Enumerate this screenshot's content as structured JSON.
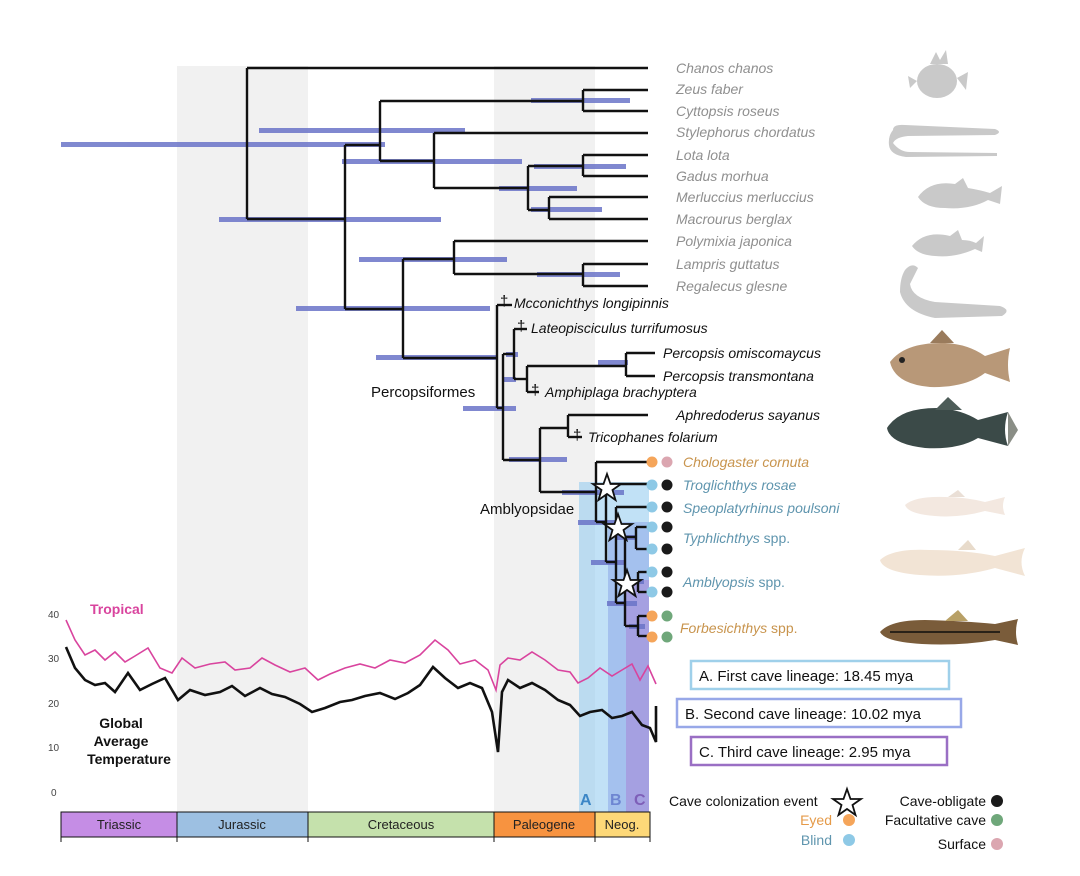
{
  "periods": [
    "Triassic",
    "Jurassic",
    "Cretaceous",
    "Paleogene",
    "Neog."
  ],
  "period_colors": [
    "#c58de5",
    "#9dc0e2",
    "#c5e1ac",
    "#f79340",
    "#fdd878"
  ],
  "taxa_outgroup": [
    "Chanos chanos",
    "Zeus faber",
    "Cyttopsis roseus",
    "Stylephorus chordatus",
    "Lota lota",
    "Gadus morhua",
    "Merluccius merluccius",
    "Macrourus berglax",
    "Polymixia japonica",
    "Lampris guttatus",
    "Regalecus glesne"
  ],
  "taxa_fossil": {
    "mcconichthys": "Mcconichthys longipinnis",
    "lateopisciculus": "Lateopisciculus turrifumosus",
    "amphiplaga": "Amphiplaga brachyptera",
    "tricophanes": "Tricophanes folarium",
    "dagger": "†"
  },
  "taxa_perco": {
    "omiscomaycus": "Percopsis omiscomaycus",
    "transmontana": "Percopsis transmontana",
    "aphredoderus": "Aphredoderus sayanus"
  },
  "taxa_amblyo": {
    "chologaster": "Chologaster cornuta",
    "troglichthys": "Troglichthys rosae",
    "speoplatyrhinus": "Speoplatyrhinus poulsoni",
    "typhlichthys": "Typhlichthys",
    "amblyopsis": "Amblyopsis",
    "forbesichthys": "Forbesichthys",
    "spp": " spp."
  },
  "clade_labels": {
    "percopsiformes": "Percopsiformes",
    "amblyopsidae": "Amblyopsidae"
  },
  "temperature": {
    "tropical_label": "Tropical",
    "global_label": [
      "Global",
      "Average",
      "Temperature"
    ],
    "y_ticks": [
      "40",
      "30",
      "20",
      "10",
      "0"
    ]
  },
  "lineage_boxes": [
    "A. First cave lineage: 18.45 mya",
    "B. Second cave lineage: 10.02 mya",
    "C. Third cave lineage: 2.95 mya"
  ],
  "band_letters": [
    "A",
    "B",
    "C"
  ],
  "legend": {
    "colonization": "Cave colonization event",
    "eyed": "Eyed",
    "blind": "Blind",
    "cave_obligate": "Cave-obligate",
    "facultative": "Facultative cave",
    "surface": "Surface"
  },
  "colors": {
    "eyed": "#f5a55a",
    "blind": "#8ec9e6",
    "cave_obligate": "#1a1a1a",
    "facultative": "#6fa77a",
    "surface": "#dba6b0",
    "tropical_line": "#d9449e",
    "band_a": "#8ec9ef",
    "band_b": "#8da7e8",
    "band_c": "#a78bd9",
    "bar": "#6a74c8"
  }
}
